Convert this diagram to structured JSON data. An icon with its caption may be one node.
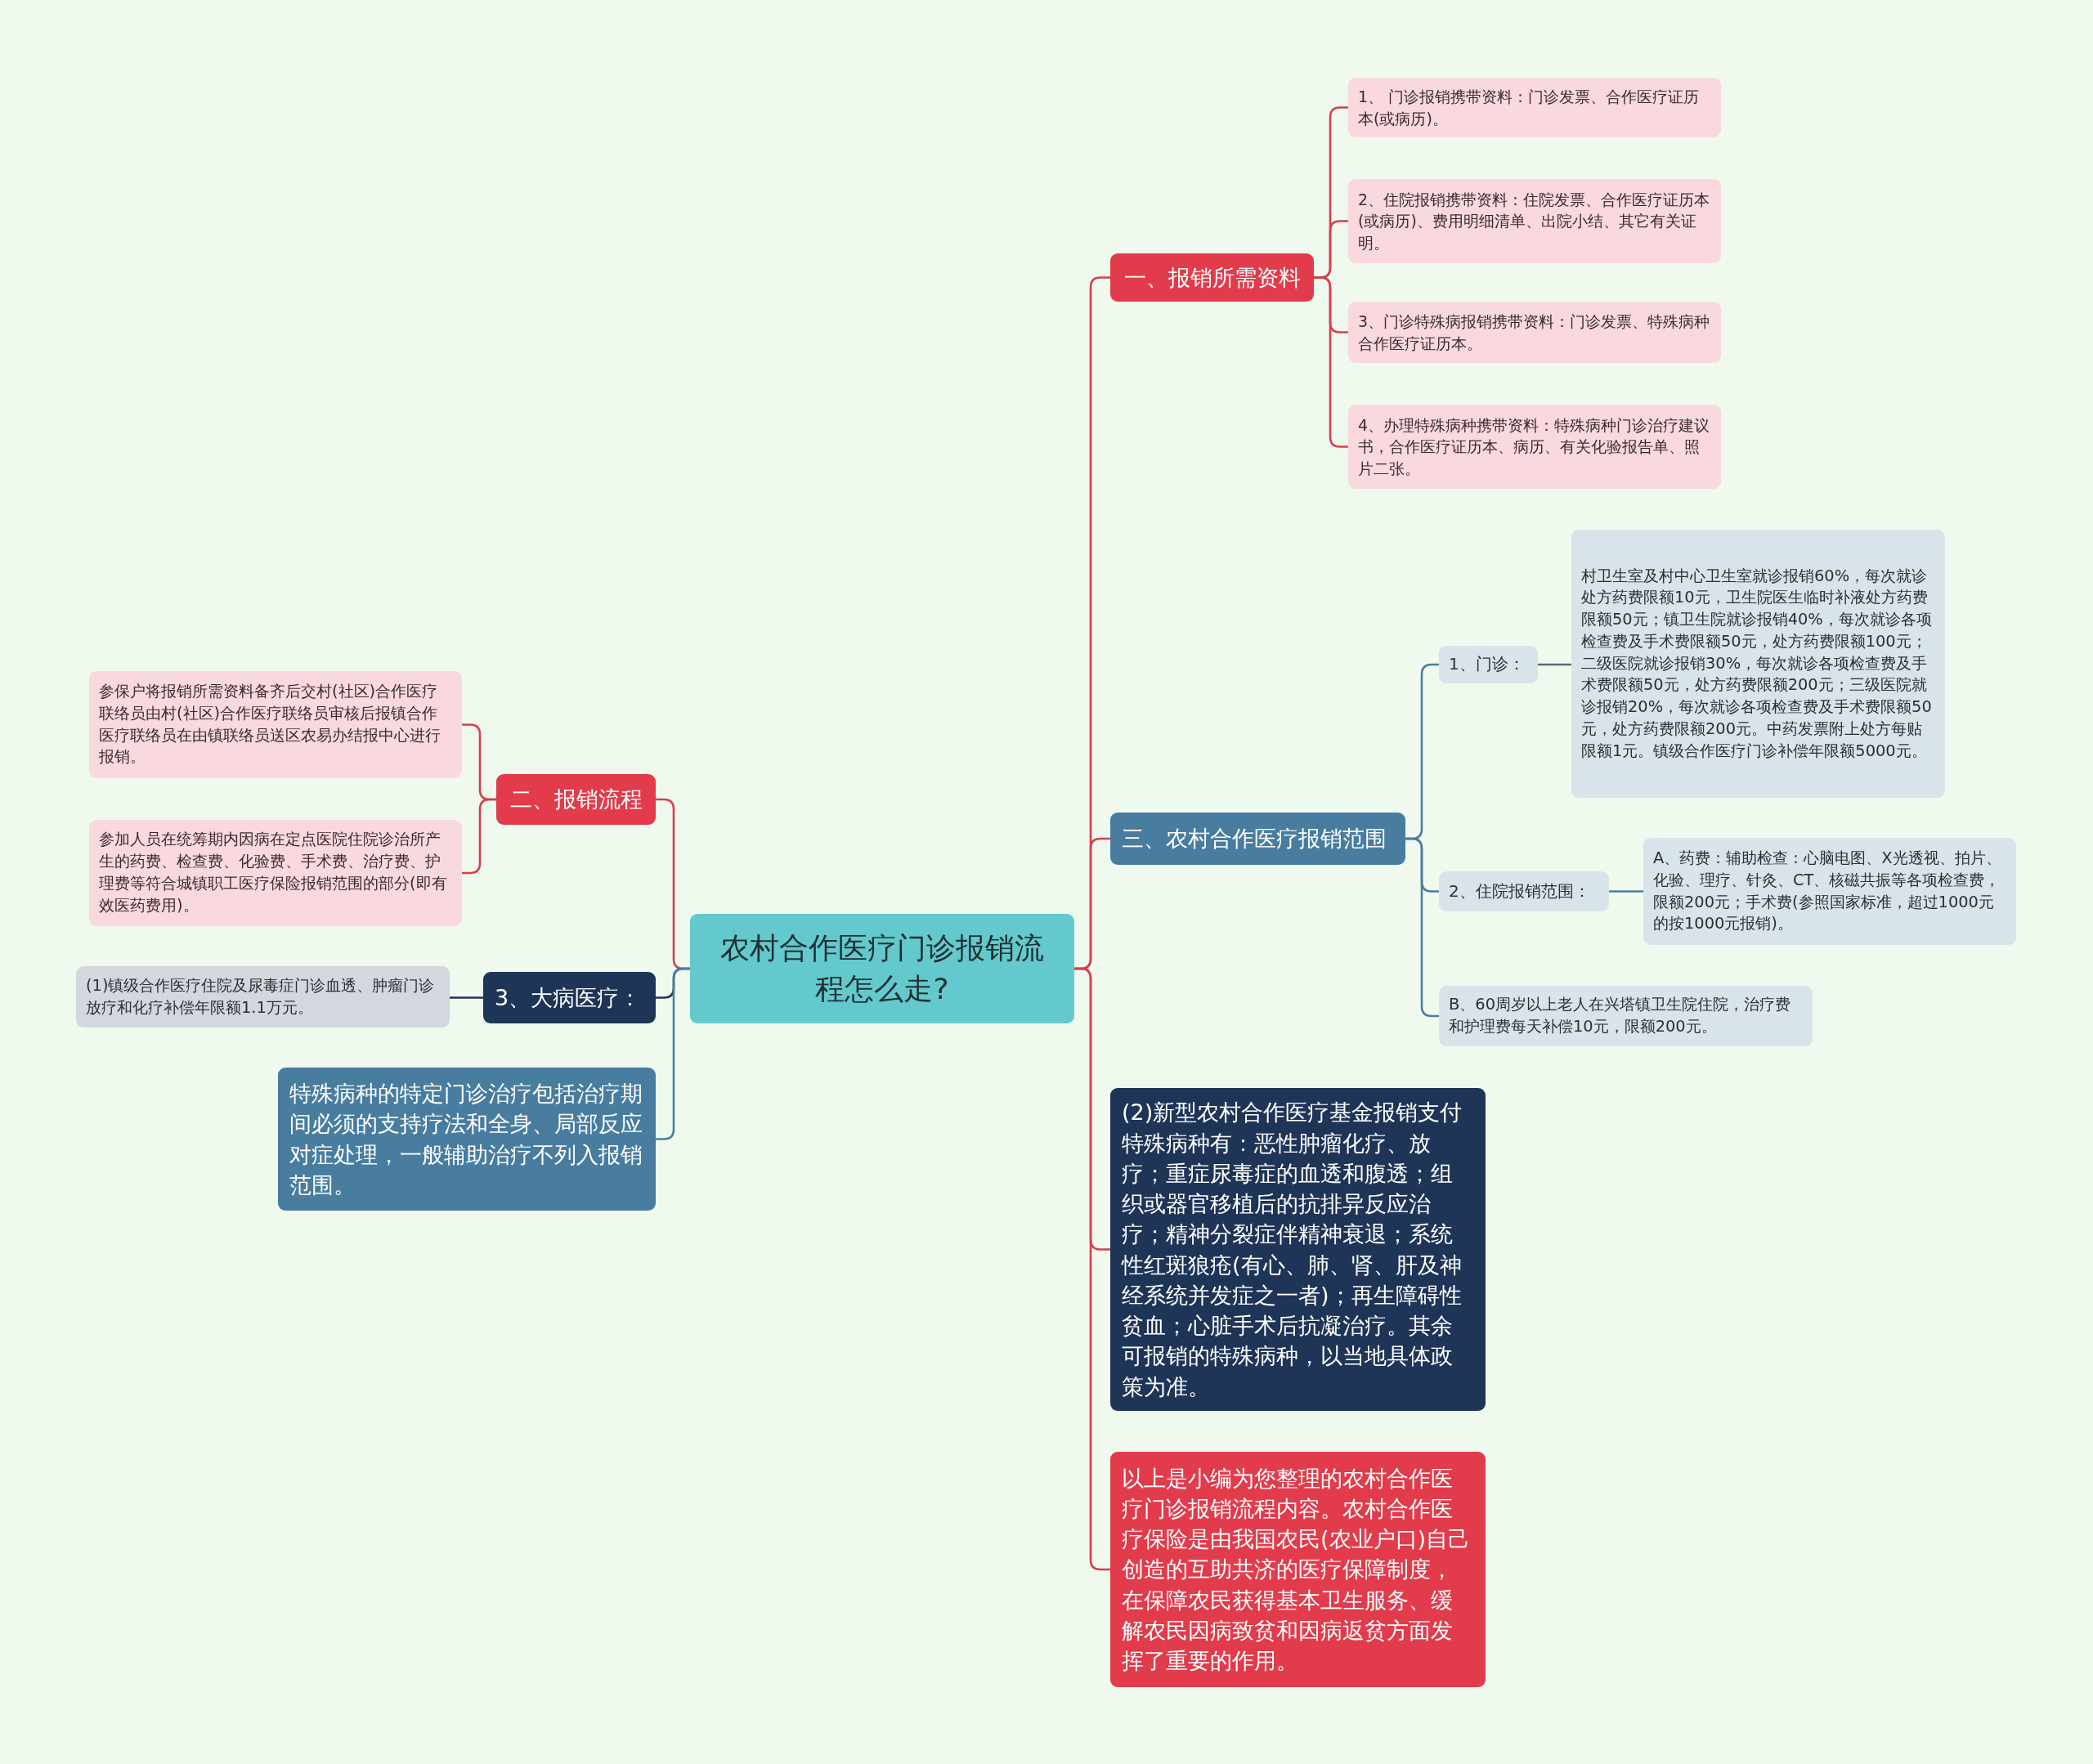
{
  "diagram": {
    "nodes": [
      {
        "text": [
          "农村合作医疗门诊报销流程怎么走?"
        ]
      },
      {
        "text": [
          "一、报销所需资料"
        ]
      },
      {
        "text": [
          "1、 门诊报销携带资料：门诊发票、合作医疗证历本(或病历)。"
        ]
      },
      {
        "text": [
          "2、住院报销携带资料：住院发票、合作医疗证历本(或病历)、费用明细清单、出院小结、其它有关证明。"
        ]
      },
      {
        "text": [
          "3、门诊特殊病报销携带资料：门诊发票、特殊病种合作医疗证历本。"
        ]
      },
      {
        "text": [
          "4、办理特殊病种携带资料：特殊病种门诊治疗建议书，合作医疗证历本、病历、有关化验报告单、照片二张。"
        ]
      },
      {
        "text": [
          "三、农村合作医疗报销范围"
        ]
      },
      {
        "text": [
          "1、门诊："
        ]
      },
      {
        "text": [
          "村卫生室及村中心卫生室就诊报销60%，每次就诊处方药费限额10元，卫生院医生临时补液处方药费限额50元；镇卫生院就诊报销40%，每次就诊各项检查费及手术费限额50元，处方药费限额100元；二级医院就诊报销30%，每次就诊各项检查费及手术费限额50元，处方药费限额200元；三级医院就诊报销20%，每次就诊各项检查费及手术费限额50元，处方药费限额200元。中药发票附上处方每贴限额1元。镇级合作医疗门诊补偿年限额5000元。"
        ]
      },
      {
        "text": [
          "2、住院报销范围："
        ]
      },
      {
        "text": [
          "A、药费：辅助检查：心脑电图、X光透视、拍片、化验、理疗、针灸、CT、核磁共振等各项检查费，限额200元；手术费(参照国家标准，超过1000元的按1000元报销)。"
        ]
      },
      {
        "text": [
          "B、60周岁以上老人在兴塔镇卫生院住院，治疗费和护理费每天补偿10元，限额200元。"
        ]
      },
      {
        "text": [
          "(2)新型农村合作医疗基金报销支付特殊病种有：恶性肿瘤化疗、放疗；重症尿毒症的血透和腹透；组织或器官移植后的抗排异反应治疗；精神分裂症伴精神衰退；系统性红斑狼疮(有心、肺、肾、肝及神经系统并发症之一者)；再生障碍性贫血；心脏手术后抗凝治疗。其余可报销的特殊病种，以当地具体政策为准。"
        ]
      },
      {
        "text": [
          "以上是小编为您整理的农村合作医疗门诊报销流程内容。农村合作医疗保险是由我国农民(农业户口)自己创造的互助共济的医疗保障制度，在保障农民获得基本卫生服务、缓解农民因病致贫和因病返贫方面发挥了重要的作用。"
        ]
      },
      {
        "text": [
          "二、报销流程"
        ]
      },
      {
        "text": [
          "参保户将报销所需资料备齐后交村(社区)合作医疗联络员由村(社区)合作医疗联络员审核后报镇合作医疗联络员在由镇联络员送区农易办结报中心进行报销。"
        ]
      },
      {
        "text": [
          "参加人员在统筹期内因病在定点医院住院诊治所产生的药费、检查费、化验费、手术费、治疗费、护理费等符合城镇职工医疗保险报销范围的部分(即有效医药费用)。"
        ]
      },
      {
        "text": [
          "3、大病医疗："
        ]
      },
      {
        "text": [
          "(1)镇级合作医疗住院及尿毒症门诊血透、肿瘤门诊放疗和化疗补偿年限额1.1万元。"
        ]
      },
      {
        "text": [
          "特殊病种的特定门诊治疗包括治疗期间必须的支持疗法和全身、局部反应对症处理，一般辅助治疗不列入报销范围。"
        ]
      }
    ],
    "edges": [
      {
        "from": 0,
        "to": 1,
        "arrow": "none"
      },
      {
        "from": 1,
        "to": 2,
        "arrow": "none"
      },
      {
        "from": 1,
        "to": 3,
        "arrow": "none"
      },
      {
        "from": 1,
        "to": 4,
        "arrow": "none"
      },
      {
        "from": 1,
        "to": 5,
        "arrow": "none"
      },
      {
        "from": 0,
        "to": 6,
        "arrow": "none"
      },
      {
        "from": 6,
        "to": 7,
        "arrow": "none",
        "color": "#4a7fa0"
      },
      {
        "from": 7,
        "to": 8,
        "arrow": "none",
        "color": "#5a6b78"
      },
      {
        "from": 6,
        "to": 9,
        "arrow": "none",
        "color": "#4a7fa0"
      },
      {
        "from": 9,
        "to": 10,
        "arrow": "none",
        "color": "#4a7fa0"
      },
      {
        "from": 6,
        "to": 11,
        "arrow": "none",
        "color": "#4a7fa0"
      },
      {
        "from": 0,
        "to": 12,
        "arrow": "none"
      },
      {
        "from": 0,
        "to": 13,
        "arrow": "none"
      },
      {
        "from": 0,
        "to": 14,
        "arrow": "none"
      },
      {
        "from": 14,
        "to": 15,
        "arrow": "none"
      },
      {
        "from": 14,
        "to": 16,
        "arrow": "none"
      },
      {
        "from": 0,
        "to": 17,
        "arrow": "none",
        "color": "#1f3557"
      },
      {
        "from": 17,
        "to": 18,
        "arrow": "none",
        "color": "#1f3557"
      },
      {
        "from": 0,
        "to": 19,
        "arrow": "none",
        "color": "#4a7fa0"
      }
    ]
  }
}
